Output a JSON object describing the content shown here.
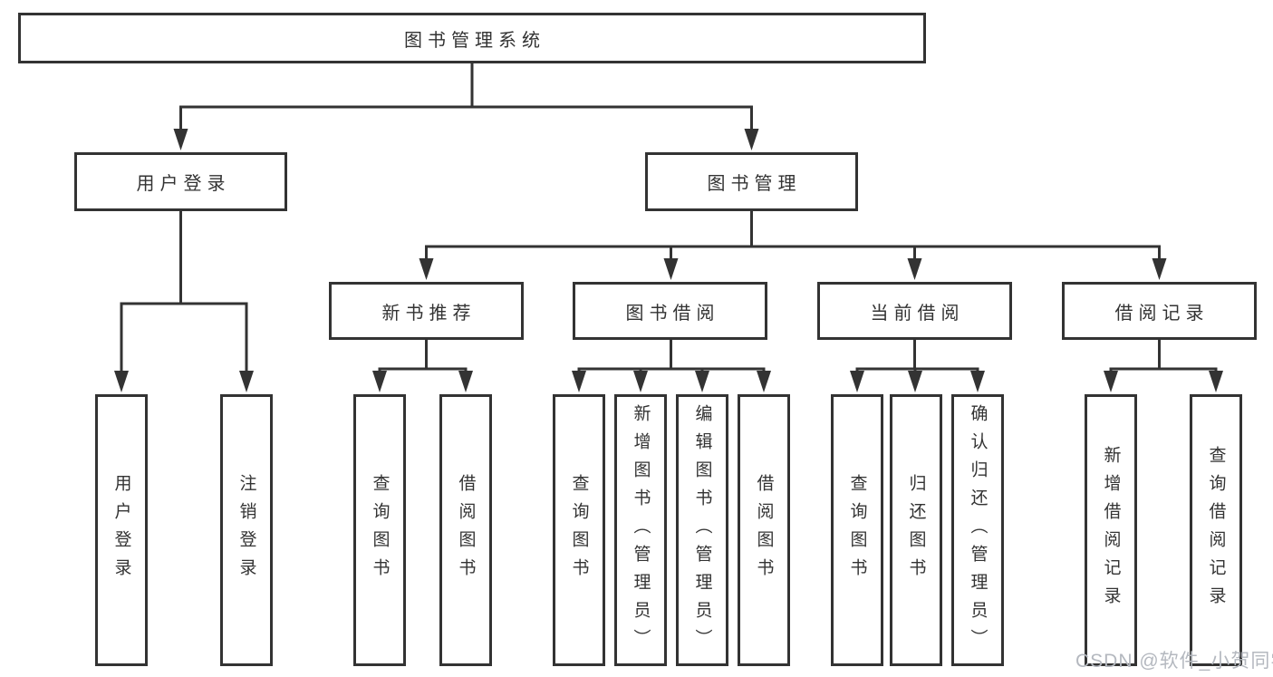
{
  "tree": {
    "root": "图书管理系统",
    "branches": [
      {
        "label": "用户登录",
        "children": [
          "用户登录",
          "注销登录"
        ]
      },
      {
        "label": "图书管理",
        "groups": [
          {
            "label": "新书推荐",
            "children": [
              "查询图书",
              "借阅图书"
            ]
          },
          {
            "label": "图书借阅",
            "children": [
              "查询图书",
              "新增图书（管理员）",
              "编辑图书（管理员）",
              "借阅图书"
            ]
          },
          {
            "label": "当前借阅",
            "children": [
              "查询图书",
              "归还图书",
              "确认归还（管理员）"
            ]
          },
          {
            "label": "借阅记录",
            "children": [
              "新增借阅记录",
              "查询借阅记录"
            ]
          }
        ]
      }
    ]
  },
  "watermark": "CSDN @软件_小贺同学",
  "colors": {
    "line": "#333333",
    "text": "#333333",
    "watermark": "#b4b8bf",
    "background": "#ffffff"
  }
}
